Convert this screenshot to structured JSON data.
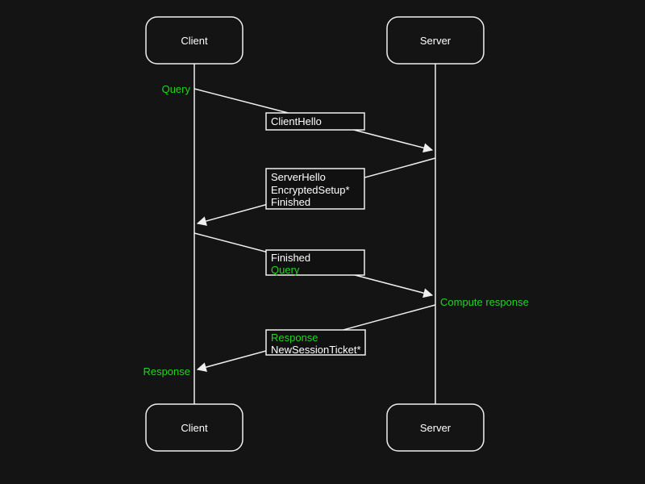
{
  "diagram_type": "sequence-diagram",
  "colors": {
    "background": "#141414",
    "stroke": "#f0f0f0",
    "white_text": "#ffffff",
    "green": "#26d226"
  },
  "actors": {
    "client": {
      "label": "Client"
    },
    "server": {
      "label": "Server"
    }
  },
  "annotations": {
    "query": {
      "text": "Query",
      "color": "#26d226"
    },
    "compute_response": {
      "text": "Compute response",
      "color": "#26d226"
    },
    "response": {
      "text": "Response",
      "color": "#26d226"
    }
  },
  "messages": {
    "client_hello": {
      "from": "Client",
      "to": "Server",
      "lines": [
        {
          "text": "ClientHello",
          "color": "#ffffff"
        }
      ]
    },
    "server_hello": {
      "from": "Server",
      "to": "Client",
      "lines": [
        {
          "text": "ServerHello",
          "color": "#ffffff"
        },
        {
          "text": "EncryptedSetup*",
          "color": "#ffffff"
        },
        {
          "text": "Finished",
          "color": "#ffffff"
        }
      ]
    },
    "finished_query": {
      "from": "Client",
      "to": "Server",
      "lines": [
        {
          "text": "Finished",
          "color": "#ffffff"
        },
        {
          "text": "Query",
          "color": "#26d226"
        }
      ]
    },
    "response_ticket": {
      "from": "Server",
      "to": "Client",
      "lines": [
        {
          "text": "Response",
          "color": "#26d226"
        },
        {
          "text": "NewSessionTicket*",
          "color": "#ffffff"
        }
      ]
    }
  }
}
